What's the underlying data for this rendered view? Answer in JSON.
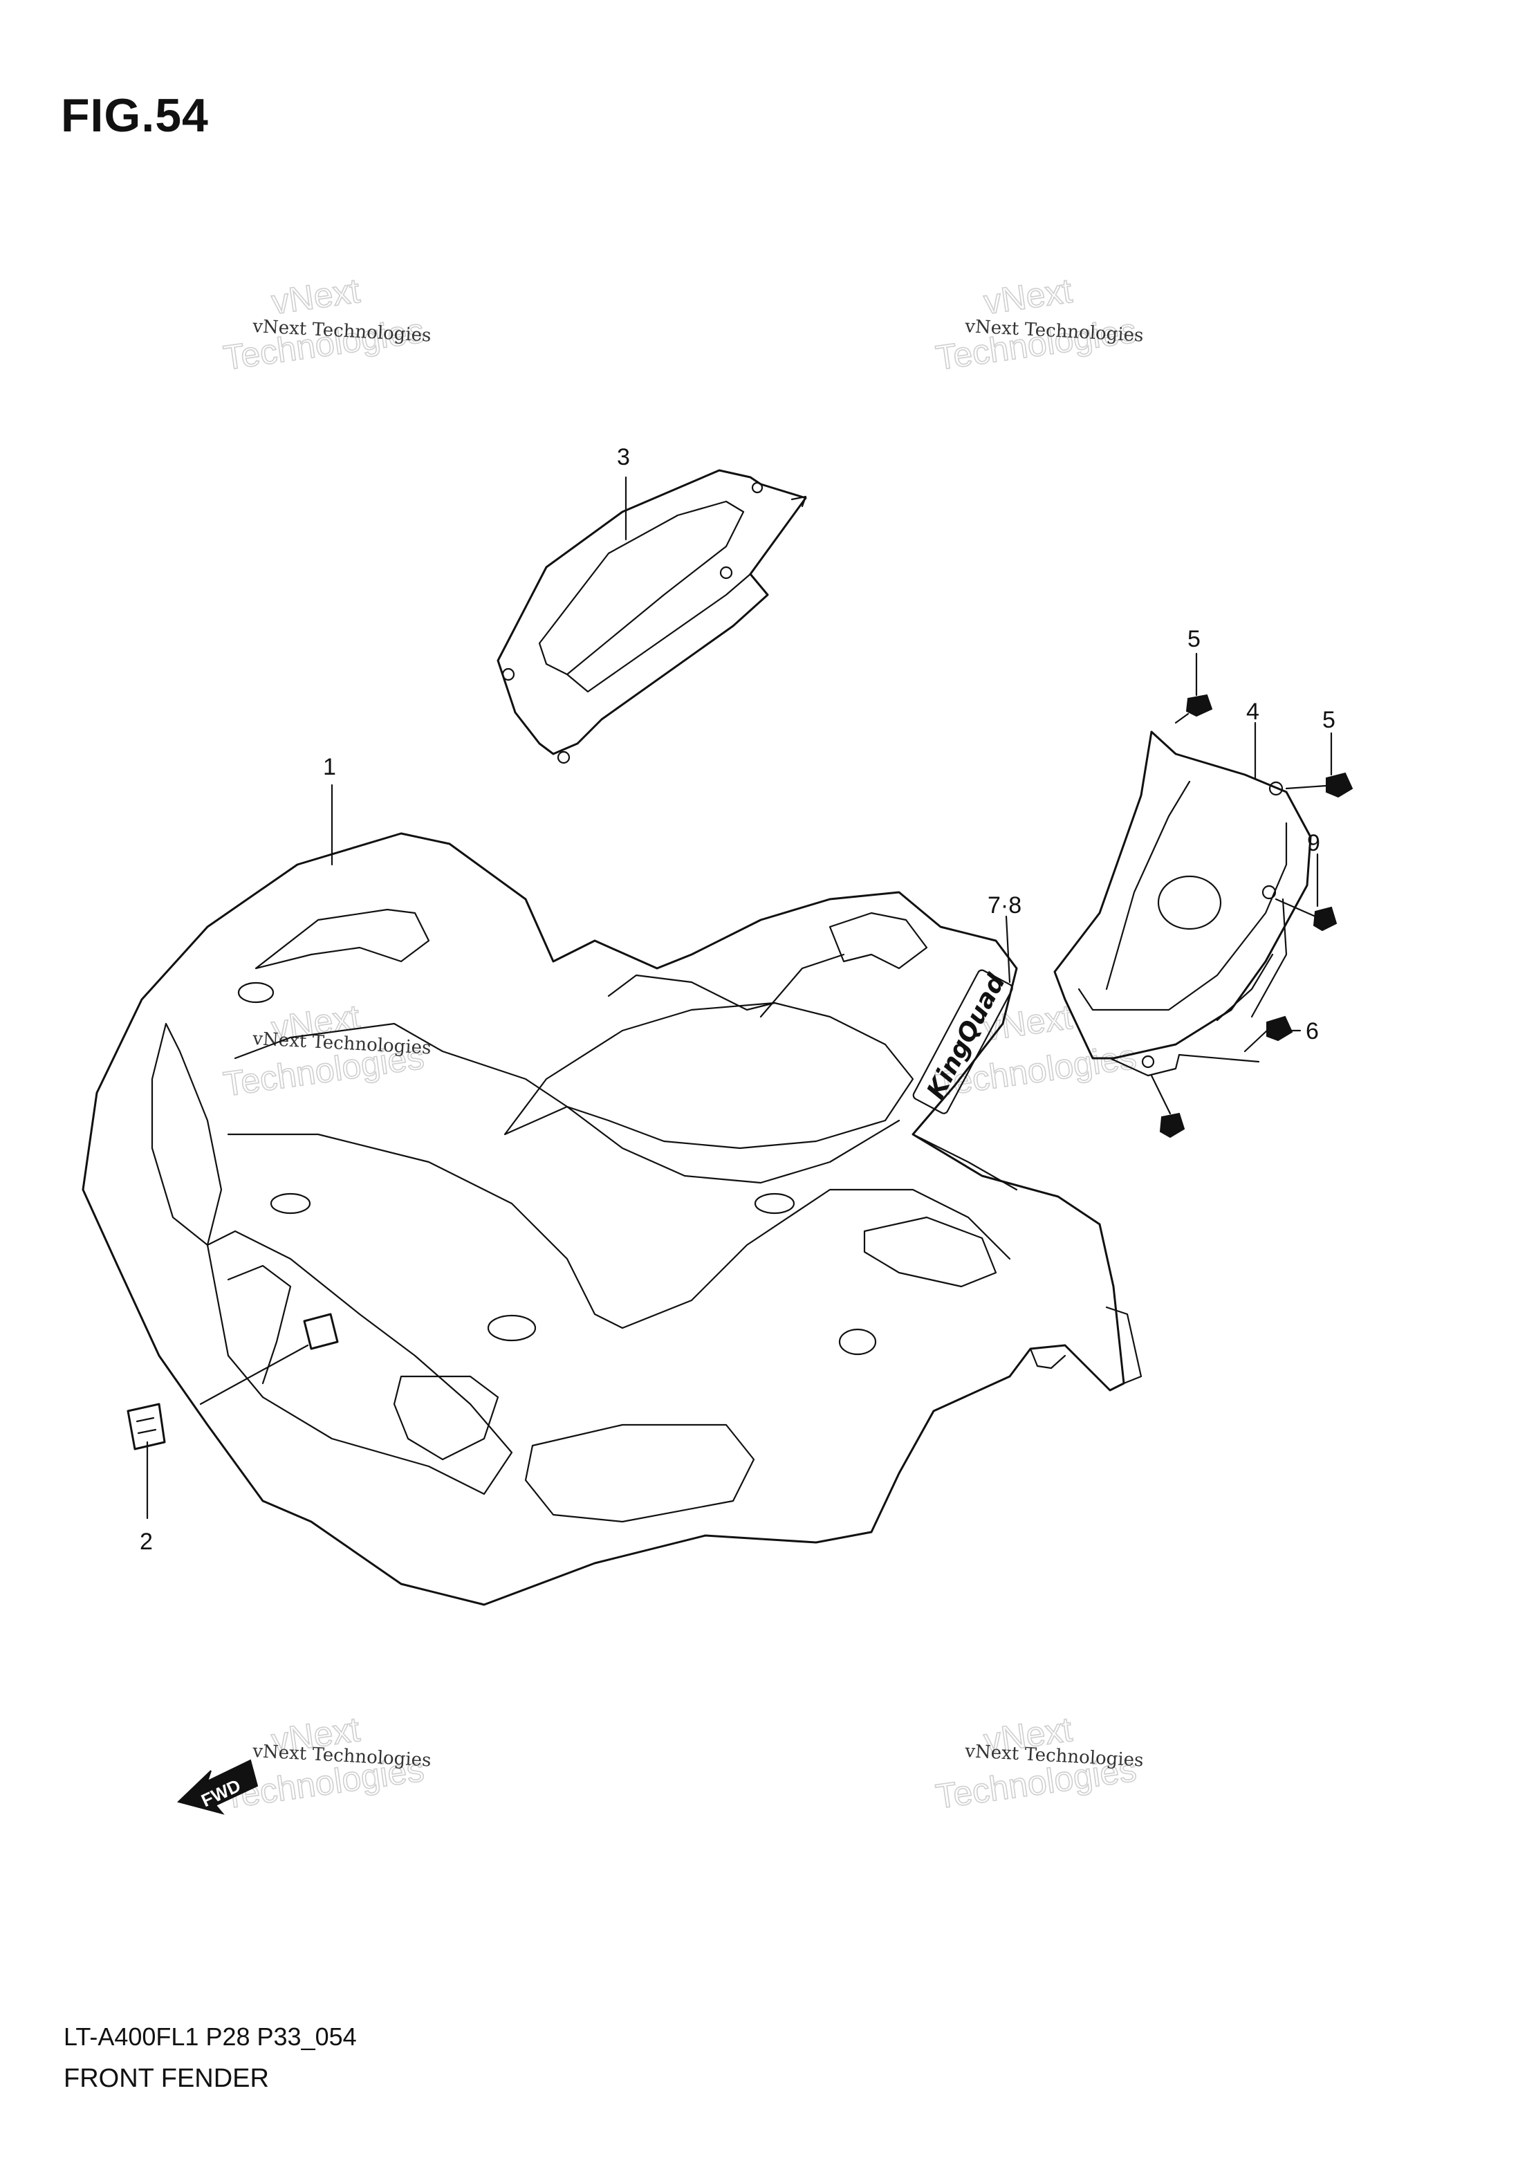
{
  "figure": {
    "title": "FIG.54",
    "model_code": "LT-A400FL1 P28 P33_054",
    "caption": "FRONT FENDER"
  },
  "watermark": {
    "line_small": "vNext Technologies",
    "line_big_1": "vNext",
    "line_big_2": "Technologies"
  },
  "callouts": {
    "c1": "1",
    "c2": "2",
    "c3": "3",
    "c4": "4",
    "c5a": "5",
    "c5b": "5",
    "c6": "6",
    "c78": "7·8",
    "c9": "9"
  },
  "decal_text": "KingQuad",
  "direction_tag": "FWD"
}
